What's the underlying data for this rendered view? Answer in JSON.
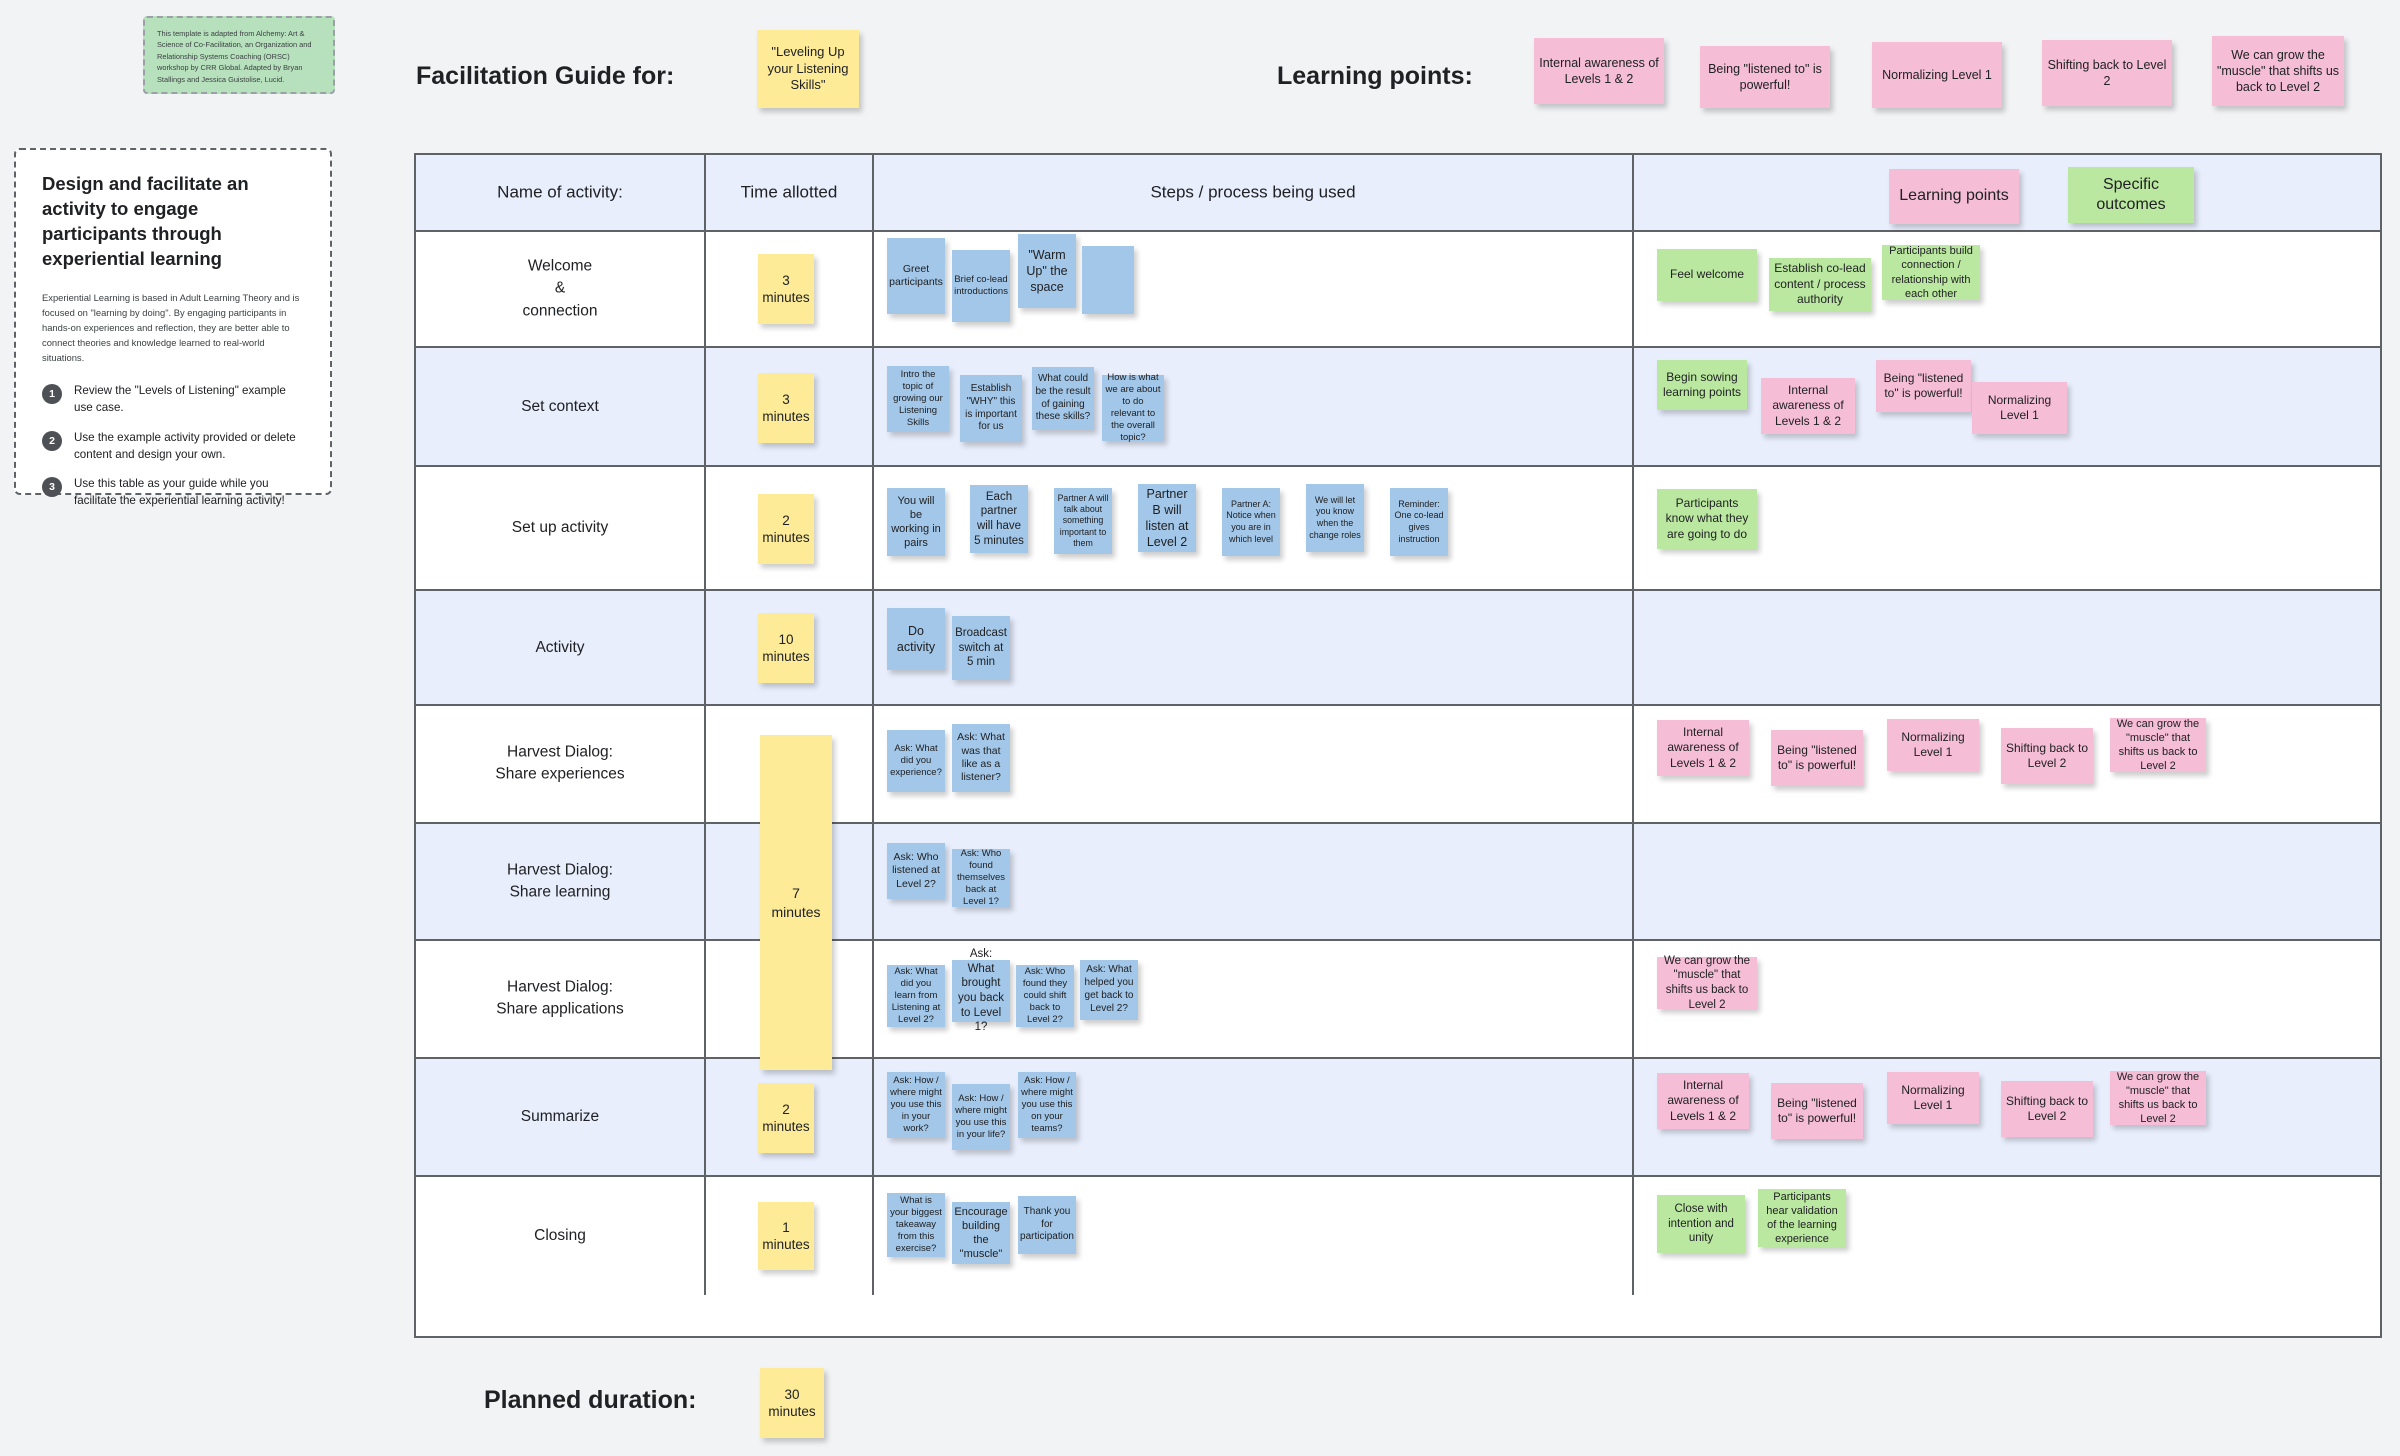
{
  "credit_note": "This template is adapted from Alchemy: Art & Science of Co-Facilitation, an Organization and Relationship Systems Coaching (ORSC) workshop by CRR Global. Adapted by Bryan Stallings and Jessica Guistolise, Lucid.",
  "intro": {
    "title": "Design and facilitate an activity to engage participants through experiential learning",
    "body": "Experiential Learning is based in Adult Learning Theory and is focused on \"learning by doing\". By engaging participants in hands-on experiences and reflection, they are better able to connect theories and knowledge learned to real-world situations.",
    "steps": [
      {
        "num": "1",
        "text": "Review the \"Levels of Listening\" example use case."
      },
      {
        "num": "2",
        "text": "Use the example activity provided or delete content and design your own."
      },
      {
        "num": "3",
        "text": "Use this table as your guide while you facilitate the experiential learning activity!"
      }
    ]
  },
  "header": {
    "facilitation_label": "Facilitation Guide for:",
    "facilitation_topic": "\"Leveling Up your Listening Skills\"",
    "learning_points_label": "Learning points:",
    "learning_points": [
      "Internal awareness of Levels 1 & 2",
      "Being \"listened to\" is powerful!",
      "Normalizing Level 1",
      "Shifting back to Level 2",
      "We can grow the \"muscle\" that shifts us back to Level 2"
    ]
  },
  "table": {
    "columns": {
      "name": "Name of activity:",
      "time": "Time allotted",
      "steps": "Steps / process being used",
      "outcomes_legend_pink": "Learning points",
      "outcomes_legend_green": "Specific outcomes"
    },
    "rows": [
      {
        "name": "Welcome\n&\nconnection",
        "time": "3\nminutes",
        "steps": [
          "Greet participants",
          "Brief co-lead introductions",
          "\"Warm Up\" the space",
          ""
        ],
        "outcomes": [
          "Feel welcome",
          "Establish co-lead content / process authority",
          "Participants build connection / relationship with each other"
        ]
      },
      {
        "name": "Set context",
        "time": "3\nminutes",
        "steps": [
          "Intro the topic of growing our Listening Skills",
          "Establish \"WHY\" this is important for us",
          "What could be the result of gaining these skills?",
          "How is what we are about to do relevant to the overall topic?"
        ],
        "outcomes": [
          "Begin sowing learning points",
          "Internal awareness of Levels 1 & 2",
          "Being \"listened to\" is powerful!",
          "Normalizing Level 1"
        ]
      },
      {
        "name": "Set up activity",
        "time": "2\nminutes",
        "steps": [
          "You will be working in pairs",
          "Each partner will have 5 minutes",
          "Partner A will talk about something important to them",
          "Partner B will listen at Level 2",
          "Partner A: Notice when you are in which level",
          "We will let you know when the change roles",
          "Reminder: One co-lead gives instruction"
        ],
        "outcomes": [
          "Participants know what they are going to do"
        ]
      },
      {
        "name": "Activity",
        "time": "10\nminutes",
        "steps": [
          "Do activity",
          "Broadcast switch at 5 min"
        ],
        "outcomes": []
      },
      {
        "name": "Harvest Dialog:\nShare experiences",
        "time": "",
        "steps": [
          "Ask: What did you experience?",
          "Ask: What was that like as a listener?"
        ],
        "outcomes": [
          "Internal awareness of Levels 1 & 2",
          "Being \"listened to\" is powerful!",
          "Normalizing Level 1",
          "Shifting back to Level 2",
          "We can grow the \"muscle\" that shifts us back to Level 2"
        ]
      },
      {
        "name": "Harvest Dialog:\nShare learning",
        "time": "",
        "steps": [
          "Ask: Who listened at Level 2?",
          "Ask: Who found themselves back at Level 1?"
        ],
        "outcomes": []
      },
      {
        "name": "Harvest Dialog:\nShare applications",
        "time": "",
        "steps": [
          "Ask: What did you learn from Listening at Level 2?",
          "Ask: What brought you back to Level 1?",
          "Ask: Who found they could shift back to Level 2?",
          "Ask: What helped you get back to Level 2?"
        ],
        "outcomes": [
          "We can grow the \"muscle\" that shifts us back to Level 2"
        ]
      },
      {
        "name": "Summarize",
        "time": "2\nminutes",
        "steps": [
          "Ask: How / where might you use this in your work?",
          "Ask: How / where might you use this in your life?",
          "Ask: How / where might you use this on your teams?"
        ],
        "outcomes": [
          "Internal awareness of Levels 1 & 2",
          "Being \"listened to\" is powerful!",
          "Normalizing Level 1",
          "Shifting back to Level 2",
          "We can grow the \"muscle\" that shifts us back to Level 2"
        ]
      },
      {
        "name": "Closing",
        "time": "1 minutes",
        "steps": [
          "What is your biggest takeaway from this exercise?",
          "Encourage building the \"muscle\"",
          "Thank you for participation"
        ],
        "outcomes": [
          "Close with intention and unity",
          "Participants hear validation of the learning experience"
        ]
      }
    ],
    "harvest_span_time": "7\nminutes"
  },
  "footer": {
    "planned_duration_label": "Planned duration:",
    "planned_duration_value": "30\nminutes"
  },
  "colors": {
    "yellow_sticky": "#fdeb98",
    "blue_sticky": "#a3c7e8",
    "pink_sticky": "#f5bed6",
    "green_sticky": "#bbe8a0",
    "canvas_bg": "#f1f3f4",
    "row_shade": "#e8eefc",
    "border": "#5f6368"
  }
}
